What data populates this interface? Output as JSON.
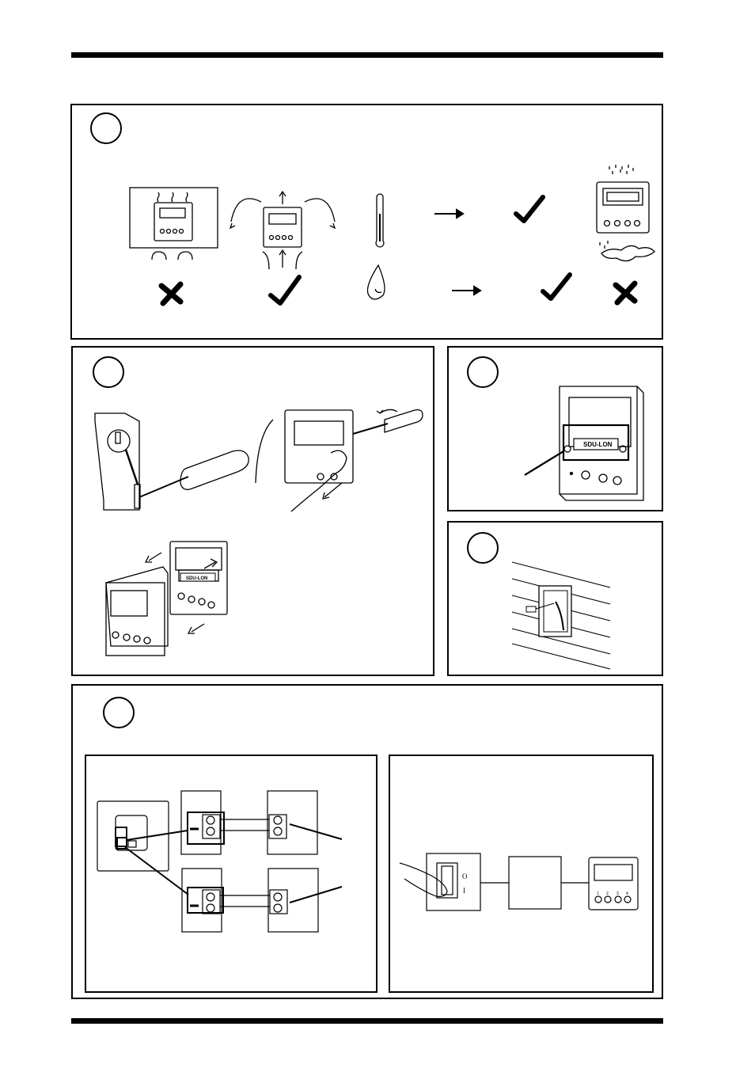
{
  "plate_label": "SDU-LON",
  "switch_labels": {
    "off": "O",
    "on": "I"
  },
  "keypad_numbers": [
    "1",
    "2",
    "3",
    "4"
  ],
  "colors": {
    "ink": "#000000",
    "paper": "#ffffff"
  }
}
